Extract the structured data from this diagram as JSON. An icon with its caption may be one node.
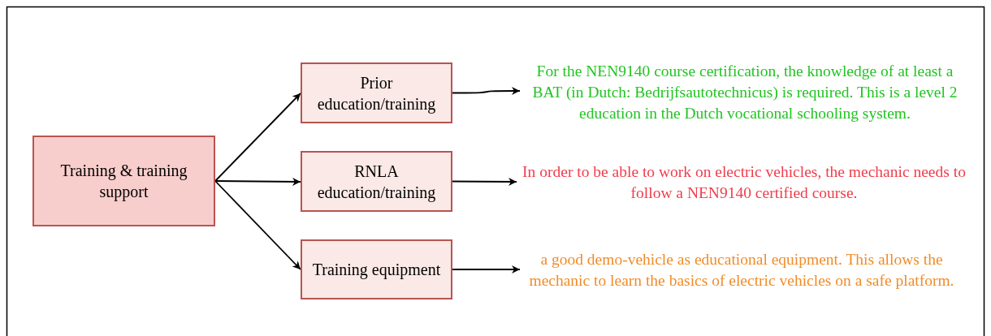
{
  "diagram": {
    "nodes": [
      {
        "text": [
          "Training & training support"
        ]
      },
      {
        "text": [
          "Prior education/training"
        ]
      },
      {
        "text": [
          "RNLA education/training"
        ]
      },
      {
        "text": [
          "Training equipment"
        ]
      },
      {
        "text": [
          "For the NEN9140 course certification, the knowledge of at least a BAT (in Dutch: Bedrijfsautotechnicus) is required. This is a level 2 education in the Dutch vocational schooling system."
        ]
      },
      {
        "text": [
          "In order to be able to work on electric vehicles, the mechanic needs to follow a NEN9140 certified course."
        ]
      },
      {
        "text": [
          "a good demo-vehicle as educational equipment. This allows the mechanic to learn the basics of electric vehicles on a safe platform."
        ]
      }
    ],
    "edges": [
      {
        "from": 0,
        "to": 1,
        "arrow": "to"
      },
      {
        "from": 0,
        "to": 2,
        "arrow": "to"
      },
      {
        "from": 0,
        "to": 3,
        "arrow": "to"
      },
      {
        "from": 1,
        "to": 4,
        "arrow": "to"
      },
      {
        "from": 2,
        "to": 5,
        "arrow": "to"
      },
      {
        "from": 3,
        "to": 6,
        "arrow": "to"
      }
    ]
  }
}
